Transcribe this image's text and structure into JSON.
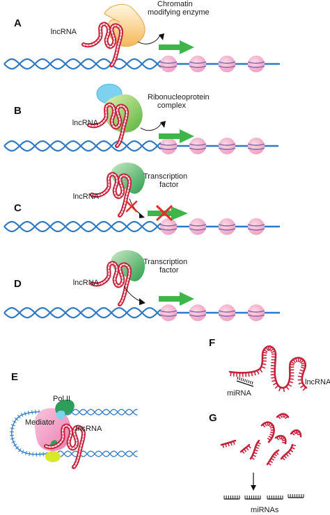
{
  "panels": {
    "A": {
      "letter": "A",
      "protein_label_line1": "Chromatin",
      "protein_label_line2": "modifying enzyme",
      "rna_label": "lncRNA"
    },
    "B": {
      "letter": "B",
      "protein_label_line1": "Ribonucleoprotein",
      "protein_label_line2": "complex",
      "rna_label": "lncRNA"
    },
    "C": {
      "letter": "C",
      "protein_label_line1": "Transcription",
      "protein_label_line2": "factor",
      "rna_label": "lncRNA"
    },
    "D": {
      "letter": "D",
      "protein_label_line1": "Transcription",
      "protein_label_line2": "factor",
      "rna_label": "lncRNA"
    },
    "E": {
      "letter": "E",
      "pol_label": "Pol II",
      "mediator_label": "Mediator",
      "rna_label": "lncRNA"
    },
    "F": {
      "letter": "F",
      "mirna_label": "miRNA",
      "rna_label": "lncRNA"
    },
    "G": {
      "letter": "G",
      "mirnas_label": "miRNAs"
    }
  },
  "colors": {
    "dna": "#2f79c2",
    "nucleosome": "#f1a8c6",
    "arrow": "#3eb549",
    "rna": "#c4213a",
    "enzyme": "#f7c66f",
    "complex_green": "#72bf44",
    "complex_blue": "#7fd2ef",
    "tf": "#3aa853",
    "mediator": "#ef8fbd",
    "pol2": "#2e9e5c",
    "yellow": "#d8e82a",
    "block": "#e0312b"
  }
}
